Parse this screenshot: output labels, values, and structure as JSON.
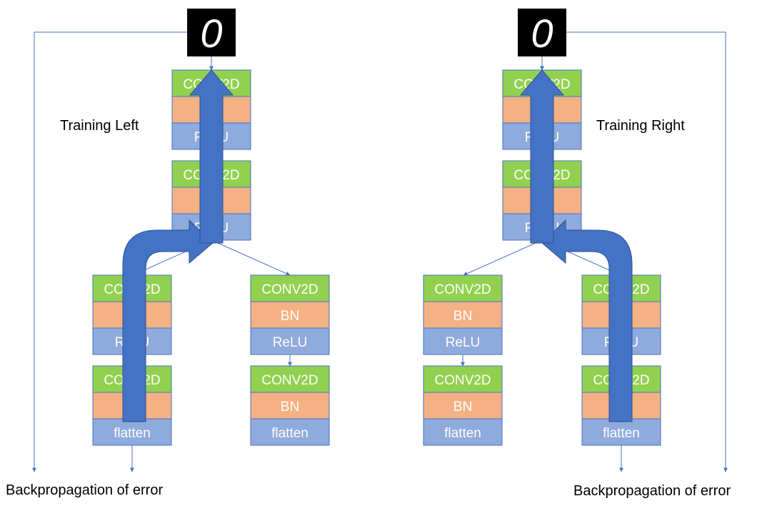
{
  "left": {
    "title": "Training Left",
    "footer": "Backpropagation of error",
    "trunk_block1": [
      "CONV2D",
      "",
      "ReLU"
    ],
    "trunk_block2": [
      "CONV2D",
      "",
      "ReLU"
    ],
    "branch_left_block1": [
      "CONV2D",
      "",
      "ReLU"
    ],
    "branch_left_block2": [
      "CONV2D",
      "",
      "flatten"
    ],
    "branch_right_block1": [
      "CONV2D",
      "BN",
      "ReLU"
    ],
    "branch_right_block2": [
      "CONV2D",
      "BN",
      "flatten"
    ]
  },
  "right": {
    "title": "Training Right",
    "footer": "Backpropagation of error",
    "trunk_block1": [
      "CONV2D",
      "",
      "ReLU"
    ],
    "trunk_block2": [
      "CONV2D",
      "",
      "ReLU"
    ],
    "branch_left_block1": [
      "CONV2D",
      "BN",
      "ReLU"
    ],
    "branch_left_block2": [
      "CONV2D",
      "BN",
      "flatten"
    ],
    "branch_right_block1": [
      "CONV2D",
      "",
      "ReLU"
    ],
    "branch_right_block2": [
      "CONV2D",
      "",
      "flatten"
    ]
  },
  "input_digit": "0",
  "colors": {
    "conv": "#92d050",
    "bn": "#f4b183",
    "relu": "#8faadc",
    "arrow": "#4472c4",
    "line": "#4472c4",
    "text_white": "#ffffff"
  }
}
